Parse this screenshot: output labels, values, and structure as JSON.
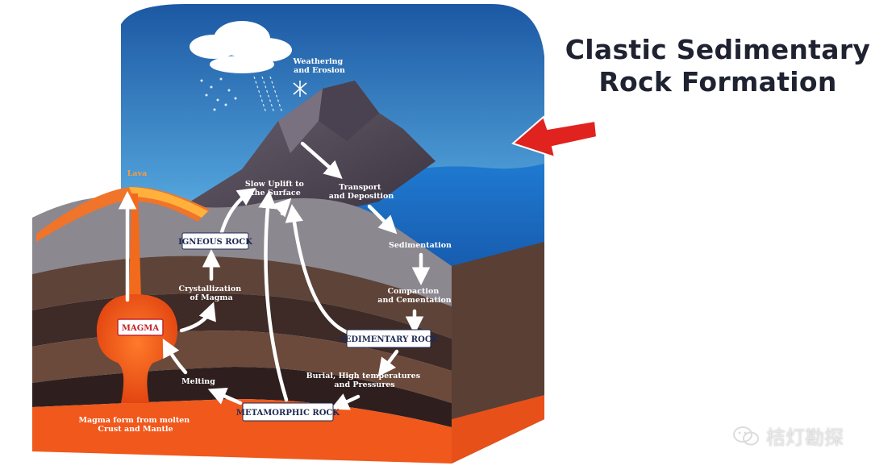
{
  "title": {
    "line1": "Clastic Sedimentary",
    "line2": "Rock Formation"
  },
  "labels": {
    "weathering": [
      "Weathering",
      "and Erosion"
    ],
    "lava": "Lava",
    "uplift": [
      "Slow Uplift to",
      "the Surface"
    ],
    "transport": [
      "Transport",
      "and Deposition"
    ],
    "sedimentation": "Sedimentation",
    "compaction": [
      "Compaction",
      "and Cementation"
    ],
    "crystallization": [
      "Crystallization",
      "of Magma"
    ],
    "melting": "Melting",
    "burial": [
      "Burial, High temperatures",
      "and Pressures"
    ],
    "magma_source": [
      "Magma form from molten",
      "Crust and Mantle"
    ]
  },
  "boxes": {
    "igneous": "IGNEOUS ROCK",
    "magma": "MAGMA",
    "sedimentary": "SEDIMENTARY ROCK",
    "metamorphic": "METAMORPHIC ROCK"
  },
  "watermark": "桔灯勘探",
  "colors": {
    "sky_top": "#1e5fa8",
    "sky_bottom": "#bfe3f5",
    "sea": "#1a6fc4",
    "magma": "#f05a1a",
    "arrow_red": "#e0231f",
    "box_text": "#1d2a52",
    "title_text": "#1f2230"
  },
  "icons": [
    "cloud-icon",
    "snowflake-icon",
    "red-pointer-arrow-icon",
    "wechat-icon"
  ]
}
